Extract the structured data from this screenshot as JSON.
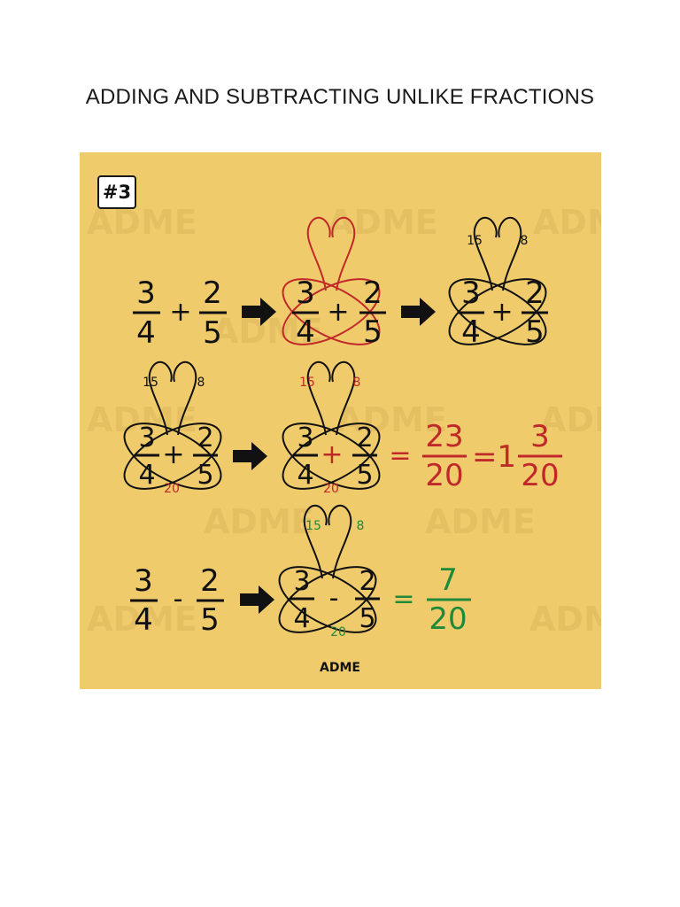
{
  "title": "ADDING AND SUBTRACTING UNLIKE FRACTIONS",
  "badge": "#3",
  "watermark": "ADME",
  "credit": "ADME",
  "colors": {
    "background": "#f0cb6c",
    "black": "#111111",
    "red": "#c0282a",
    "green": "#1f8a3a"
  },
  "fractions": {
    "a_num": "3",
    "a_den": "4",
    "b_num": "2",
    "b_den": "5"
  },
  "ops": {
    "plus": "+",
    "minus": "-",
    "equals": "="
  },
  "cross_products": {
    "left": "15",
    "right": "8",
    "denominator": "20"
  },
  "sum_result": {
    "num": "23",
    "den": "20",
    "eq2": "=1",
    "mixed_num": "3",
    "mixed_den": "20"
  },
  "difference_result": {
    "num": "7",
    "den": "20"
  }
}
